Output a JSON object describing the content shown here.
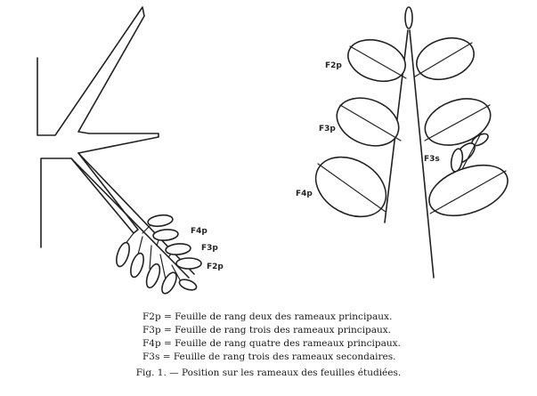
{
  "diagram": {
    "left_labels": [
      "F4p",
      "F3p",
      "F2p"
    ],
    "right_labels": [
      "F2p",
      "F3p",
      "F3s",
      "F4p"
    ]
  },
  "legend": [
    "F2p = Feuille de rang deux des rameaux principaux.",
    "F3p = Feuille de rang trois des rameaux principaux.",
    "F4p = Feuille de rang quatre des rameaux principaux.",
    "F3s = Feuille de rang trois des rameaux secondaires."
  ],
  "caption": "Fig. 1. — Position sur les rameaux des feuilles étudiées."
}
